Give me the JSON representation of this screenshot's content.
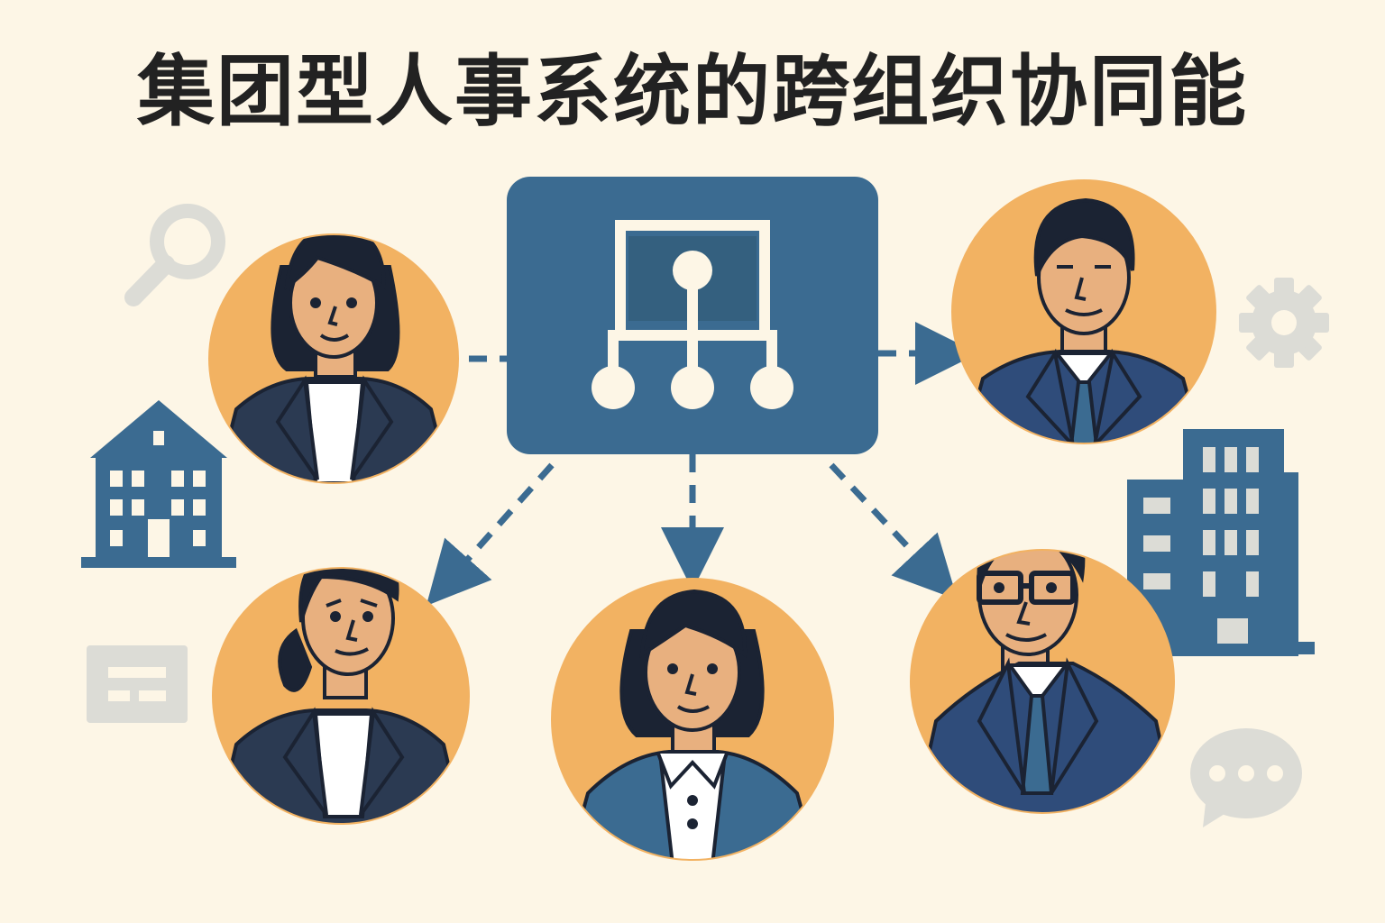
{
  "title": "集团型人事系统的跨组织协同能",
  "colors": {
    "background": "#fdf6e6",
    "primary_blue": "#3b6b91",
    "navy": "#243b5a",
    "avatar_orange": "#f2b262",
    "skin": "#e8b07f",
    "hair": "#1b2333",
    "muted_icon": "#dcdcd6",
    "title_text": "#222222"
  },
  "hub": {
    "icon": "org-chart-icon"
  },
  "people": [
    {
      "id": "top-left",
      "icon": "woman-icon"
    },
    {
      "id": "top-right",
      "icon": "man-icon"
    },
    {
      "id": "bottom-left",
      "icon": "woman-ponytail-icon"
    },
    {
      "id": "bottom-center",
      "icon": "woman-icon"
    },
    {
      "id": "bottom-right",
      "icon": "man-glasses-icon"
    }
  ],
  "decorations": [
    "search-icon",
    "gear-icon",
    "house-icon",
    "office-building-icon",
    "id-card-icon",
    "chat-bubble-icon"
  ]
}
